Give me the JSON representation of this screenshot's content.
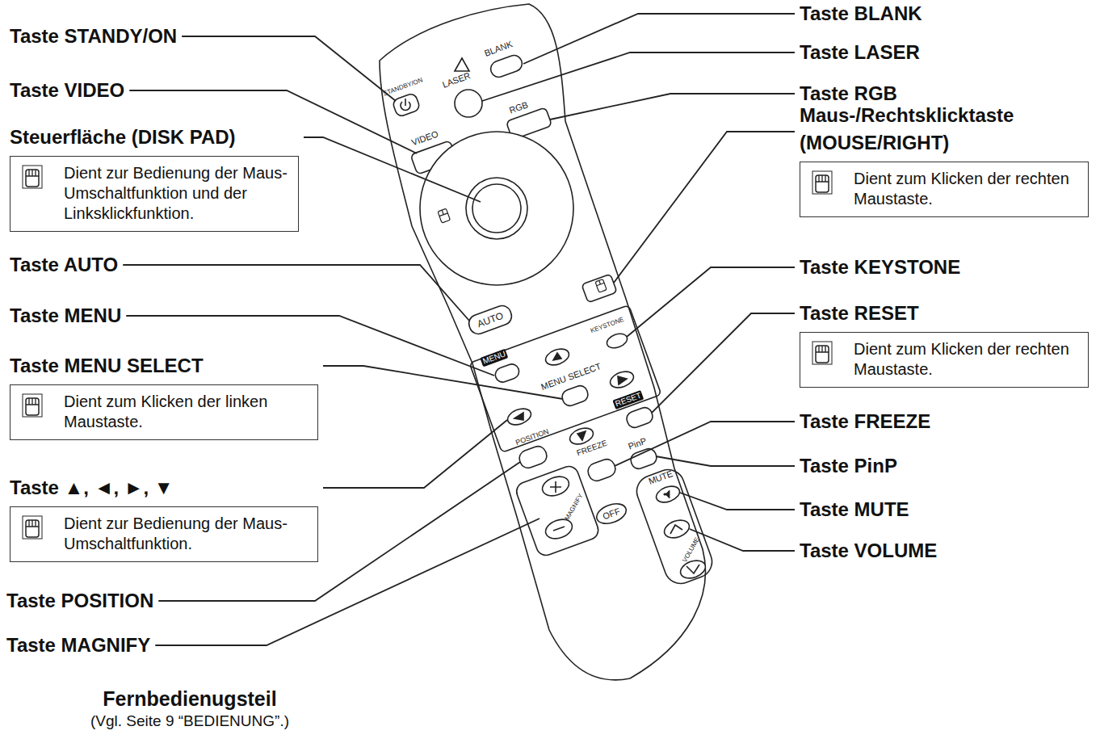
{
  "diagram": {
    "nodes": [
      {
        "text": [
          "Steuerfläche (DISK PAD)",
          "Dient zur Bedienung der Maus-Umschaltfunktion und der Linksklickfunktion."
        ]
      },
      {
        "text": [
          "Taste MENU SELECT",
          "Dient zum Klicken der linken Maustaste."
        ]
      },
      {
        "text": [
          "Taste ▲, ◄, ►, ▼",
          "Dient zur Bedienung der Maus-Umschaltfunktion."
        ]
      },
      {
        "text": [
          "Maus-/Rechtsklicktaste (MOUSE/RIGHT)",
          "Dient zum Klicken der rechten Maustaste."
        ]
      },
      {
        "text": [
          "Taste RESET",
          "Dient zum Klicken der rechten Maustaste."
        ]
      }
    ],
    "labels": [
      "Taste STANDY/ON",
      "Taste VIDEO",
      "Taste AUTO",
      "Taste MENU",
      "Taste POSITION",
      "Taste MAGNIFY",
      "Taste BLANK",
      "Taste LASER",
      "Taste RGB",
      "Taste KEYSTONE",
      "Taste FREEZE",
      "Taste PinP",
      "Taste MUTE",
      "Taste VOLUME",
      "STANDBY/ON",
      "LASER",
      "BLANK",
      "RGB",
      "VIDEO",
      "AUTO",
      "KEYSTONE",
      "MENU",
      "MENU SELECT",
      "RESET",
      "POSITION",
      "FREEZE",
      "PinP",
      "MUTE",
      "MAGNIFY",
      "OFF",
      "VOLUME",
      "Fernbedienugsteil",
      "(Vgl. Seite 9 “BEDIENUNG”.)"
    ]
  }
}
